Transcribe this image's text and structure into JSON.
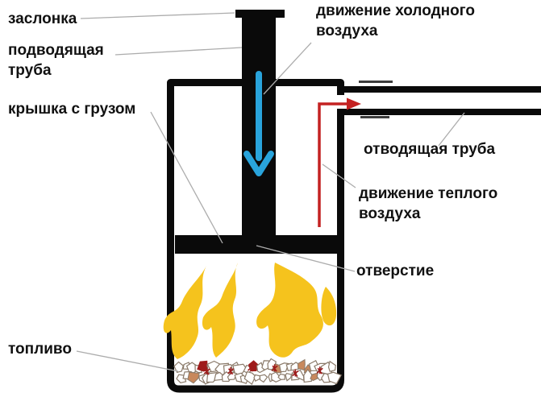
{
  "labels": {
    "damper": "заслонка",
    "supply_pipe": "подводящая труба",
    "lid_with_weight": "крышка с грузом",
    "fuel": "топливо",
    "cold_air_movement": "движение холодного воздуха",
    "outlet_pipe": "отводящая труба",
    "warm_air_movement": "движение теплого воздуха",
    "opening": "отверстие"
  },
  "icons": {
    "cold_air_arrow": "arrow-down",
    "warm_air_arrow": "arrow-right"
  },
  "colors": {
    "background": "#ffffff",
    "metal_outline": "#0a0a0a",
    "weld_dash": "#3d3d3d",
    "cold_air_arrow": "#29a4dc",
    "warm_air_arrow": "#c42222",
    "flame": "#f5c31d",
    "fuel_dark_red": "#9e1b1b",
    "fuel_tan": "#c8885c",
    "fuel_outline": "#8b7b6b",
    "leader_line": "#acacac",
    "text": "#111111"
  }
}
